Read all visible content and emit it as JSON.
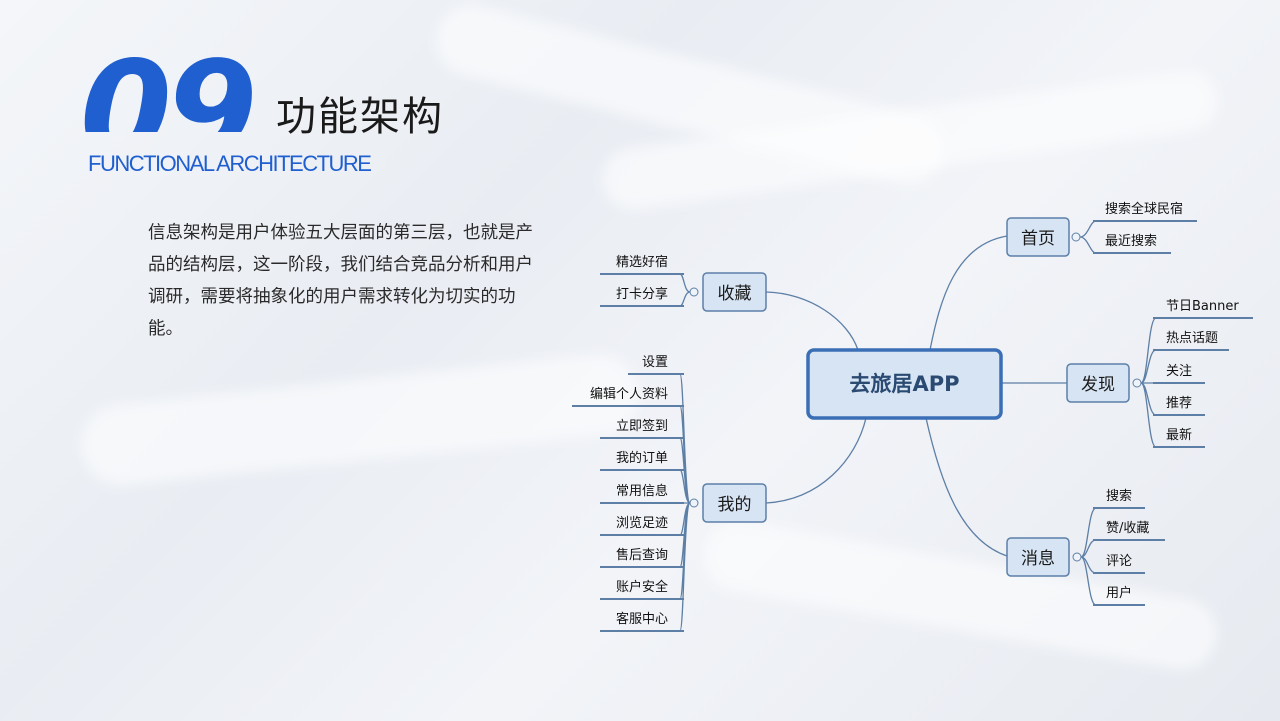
{
  "header": {
    "number": "09",
    "title": "功能架构",
    "subtitle": "FUNCTIONAL ARCHITECTURE"
  },
  "intro_text": "信息架构是用户体验五大层面的第三层，也就是产品的结构层，这一阶段，我们结合竞品分析和用户调研，需要将抽象化的用户需求转化为切实的功能。",
  "mindmap": {
    "center": "去旅居APP",
    "branches": {
      "home": {
        "label": "首页",
        "children": [
          "搜索全球民宿",
          "最近搜索"
        ]
      },
      "discover": {
        "label": "发现",
        "children": [
          "节日Banner",
          "热点话题",
          "关注",
          "推荐",
          "最新"
        ]
      },
      "messages": {
        "label": "消息",
        "children": [
          "搜索",
          "赞/收藏",
          "评论",
          "用户"
        ]
      },
      "favorites": {
        "label": "收藏",
        "children": [
          "精选好宿",
          "打卡分享"
        ]
      },
      "mine": {
        "label": "我的",
        "children": [
          "设置",
          "编辑个人资料",
          "立即签到",
          "我的订单",
          "常用信息",
          "浏览足迹",
          "售后查询",
          "账户安全",
          "客服中心"
        ]
      }
    }
  },
  "colors": {
    "accent_blue": "#1f5fd0",
    "node_fill": "#d7e4f4",
    "line": "#5d7fa6"
  }
}
